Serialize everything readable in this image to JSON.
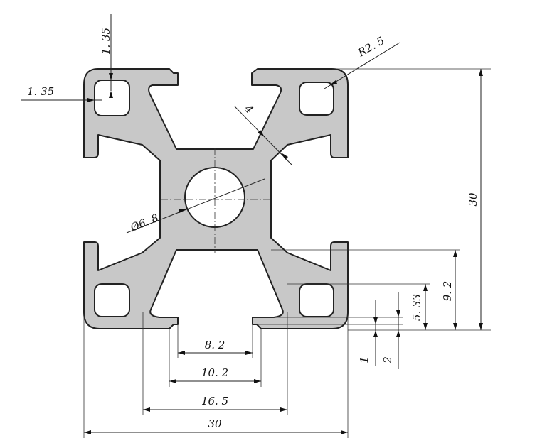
{
  "colors": {
    "profile_fill": "#c8c8c8",
    "outline": "#222222",
    "background": "#ffffff"
  },
  "dimensions": {
    "wall_top": "1. 35",
    "wall_left": "1. 35",
    "corner_radius": "R2. 5",
    "web": "4",
    "center_bore": "Ø6. 8",
    "height_total": "30",
    "height_9_2": "9. 2",
    "height_5_33": "5. 33",
    "lip_1": "1",
    "lip_2": "2",
    "slot_8_2": "8. 2",
    "slot_10_2": "10. 2",
    "slot_16_5": "16. 5",
    "width_total": "30"
  }
}
